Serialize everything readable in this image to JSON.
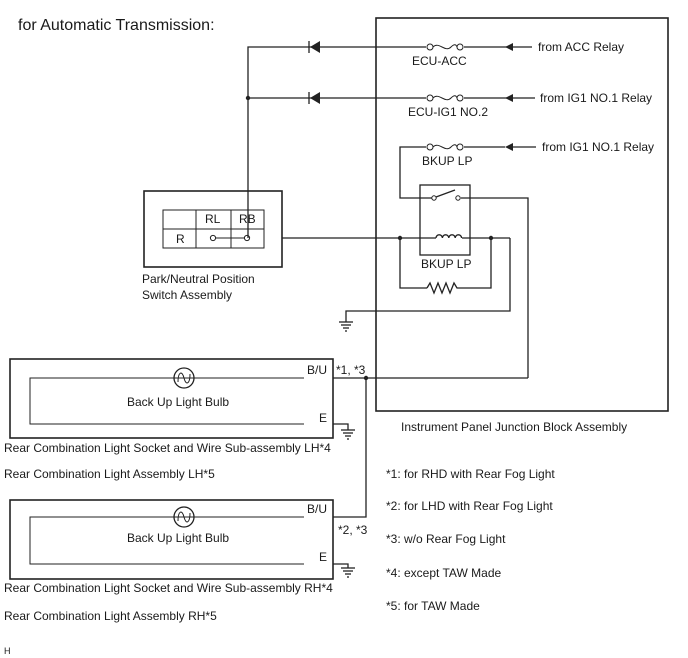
{
  "title": "for Automatic Transmission:",
  "fuses": [
    {
      "label": "ECU-ACC",
      "source": "from ACC Relay"
    },
    {
      "label": "ECU-IG1 NO.2",
      "source": "from IG1 NO.1 Relay"
    },
    {
      "label": "BKUP LP",
      "source": "from IG1 NO.1 Relay"
    }
  ],
  "relay_label": "BKUP LP",
  "junction_block_label": "Instrument Panel Junction Block Assembly",
  "park_switch": {
    "label_line1": "Park/Neutral Position",
    "label_line2": "Switch Assembly",
    "col_rl": "RL",
    "col_rb": "RB",
    "row_r": "R"
  },
  "lh_assembly": {
    "bulb_label": "Back Up Light Bulb",
    "pin_bu": "B/U",
    "pin_e": "E",
    "note_ref": "*1, *3",
    "label1": "Rear Combination Light Socket and Wire Sub-assembly LH*4",
    "label2": "Rear Combination Light Assembly LH*5"
  },
  "rh_assembly": {
    "bulb_label": "Back Up Light Bulb",
    "pin_bu": "B/U",
    "pin_e": "E",
    "note_ref": "*2, *3",
    "label1": "Rear Combination Light Socket and Wire Sub-assembly RH*4",
    "label2": "Rear Combination Light Assembly RH*5"
  },
  "notes": [
    "*1: for RHD with Rear Fog Light",
    "*2: for LHD with Rear Fog Light",
    "*3: w/o Rear Fog Light",
    "*4: except TAW Made",
    "*5: for TAW Made"
  ],
  "corner_mark": "H"
}
